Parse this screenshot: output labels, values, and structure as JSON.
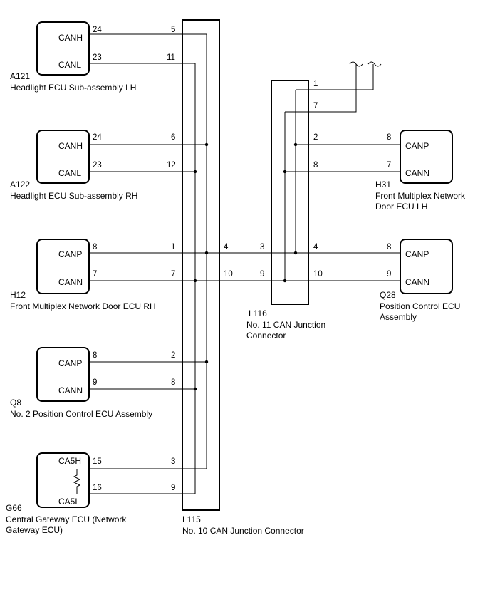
{
  "ecus": [
    {
      "code": "A121",
      "name_lines": [
        "Headlight ECU Sub-assembly LH"
      ],
      "pin_labels": [
        "CANH",
        "CANL"
      ],
      "pin_numbers": [
        "24",
        "23"
      ]
    },
    {
      "code": "A122",
      "name_lines": [
        "Headlight ECU Sub-assembly RH"
      ],
      "pin_labels": [
        "CANH",
        "CANL"
      ],
      "pin_numbers": [
        "24",
        "23"
      ]
    },
    {
      "code": "H12",
      "name_lines": [
        "Front Multiplex Network Door ECU RH"
      ],
      "pin_labels": [
        "CANP",
        "CANN"
      ],
      "pin_numbers": [
        "8",
        "7"
      ]
    },
    {
      "code": "Q8",
      "name_lines": [
        "No. 2 Position Control ECU Assembly"
      ],
      "pin_labels": [
        "CANP",
        "CANN"
      ],
      "pin_numbers": [
        "8",
        "9"
      ]
    },
    {
      "code": "G66",
      "name_lines": [
        "Central Gateway ECU (Network",
        "Gateway ECU)"
      ],
      "pin_labels": [
        "CA5H",
        "CA5L"
      ],
      "pin_numbers": [
        "15",
        "16"
      ]
    },
    {
      "code": "H31",
      "name_lines": [
        "Front Multiplex Network",
        "Door ECU LH"
      ],
      "pin_labels": [
        "CANP",
        "CANN"
      ],
      "pin_numbers": [
        "8",
        "7"
      ]
    },
    {
      "code": "Q28",
      "name_lines": [
        "Position Control ECU",
        "Assembly"
      ],
      "pin_labels": [
        "CANP",
        "CANN"
      ],
      "pin_numbers": [
        "8",
        "9"
      ]
    }
  ],
  "connectors": [
    {
      "code": "L115",
      "name_lines": [
        "No. 10 CAN Junction Connector"
      ]
    },
    {
      "code": "L116",
      "name_lines": [
        "No. 11 CAN Junction",
        "Connector"
      ]
    }
  ],
  "l115_pins": [
    "5",
    "11",
    "6",
    "12",
    "1",
    "7",
    "2",
    "8",
    "3",
    "9",
    "4",
    "10"
  ],
  "l116_pins": [
    "1",
    "7",
    "2",
    "8",
    "3",
    "9",
    "4",
    "10"
  ]
}
